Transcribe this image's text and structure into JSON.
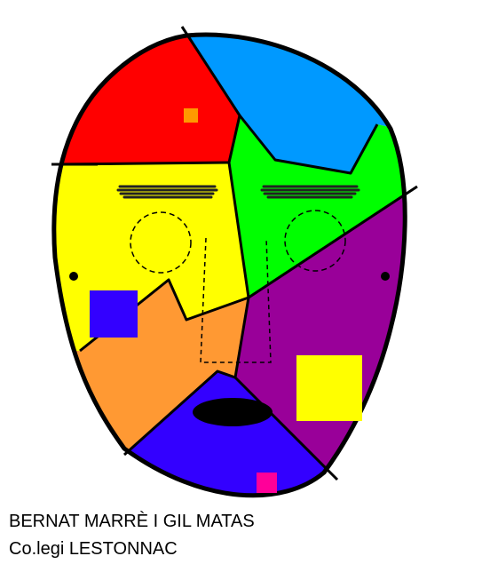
{
  "credits": {
    "authors": "BERNAT MARRÈ I GIL MATAS",
    "school": "Co.legi LESTONNAC"
  },
  "artwork": {
    "subject": "face-mask-drawing",
    "colors": {
      "red": "#ff0000",
      "blue": "#0099ff",
      "green": "#00ff00",
      "yellow": "#ffff00",
      "orange": "#ff9933",
      "purple": "#990099",
      "violet": "#3300ff",
      "small_orange": "#ff9900",
      "pink": "#ff0099",
      "outline": "#000000"
    }
  }
}
